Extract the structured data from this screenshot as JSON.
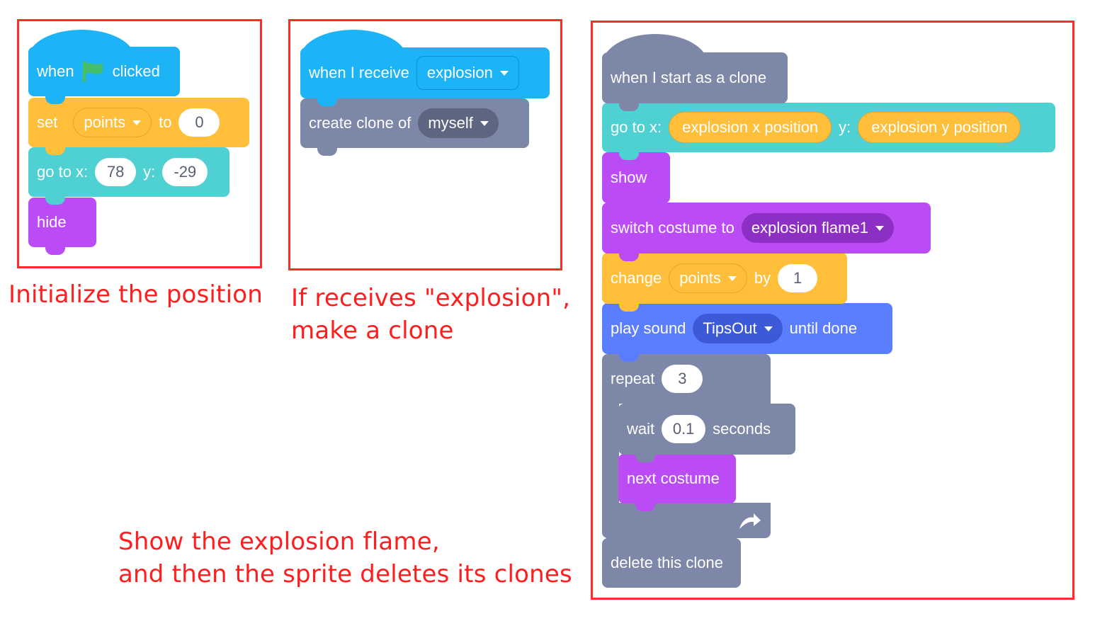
{
  "captions": {
    "init_position": "Initialize the position",
    "receive_line1": "If receives \"explosion\",",
    "receive_line2": "make a clone",
    "flame_line1": "Show the explosion flame,",
    "flame_line2": "and then the sprite deletes its clones"
  },
  "script1": {
    "when": "when",
    "clicked": "clicked",
    "set": "set",
    "var_name": "points",
    "to": "to",
    "set_value": "0",
    "goto": "go to x:",
    "x": "78",
    "y_label": "y:",
    "y": "-29",
    "hide": "hide"
  },
  "script2": {
    "when_receive": "when I receive",
    "message": "explosion",
    "create_clone": "create clone of",
    "clone_target": "myself"
  },
  "script3": {
    "start_clone": "when I start as a clone",
    "goto": "go to x:",
    "x_reporter": "explosion x position",
    "y_label": "y:",
    "y_reporter": "explosion y position",
    "show": "show",
    "switch_costume": "switch costume to",
    "costume": "explosion flame1",
    "change": "change",
    "var_name": "points",
    "by": "by",
    "change_value": "1",
    "play_sound": "play sound",
    "sound": "TipsOut",
    "until_done": "until done",
    "repeat": "repeat",
    "repeat_count": "3",
    "wait": "wait",
    "wait_value": "0.1",
    "seconds": "seconds",
    "next_costume": "next costume",
    "delete_clone": "delete this clone"
  },
  "colors": {
    "frame": "#ff2a2a",
    "caption": "#ff1d1d",
    "events": "#1cb4f6",
    "variables": "#ffbf3a",
    "motion": "#4fd0d2",
    "looks": "#bb4cf5",
    "control": "#7d87a8",
    "sound": "#5b7dff"
  }
}
